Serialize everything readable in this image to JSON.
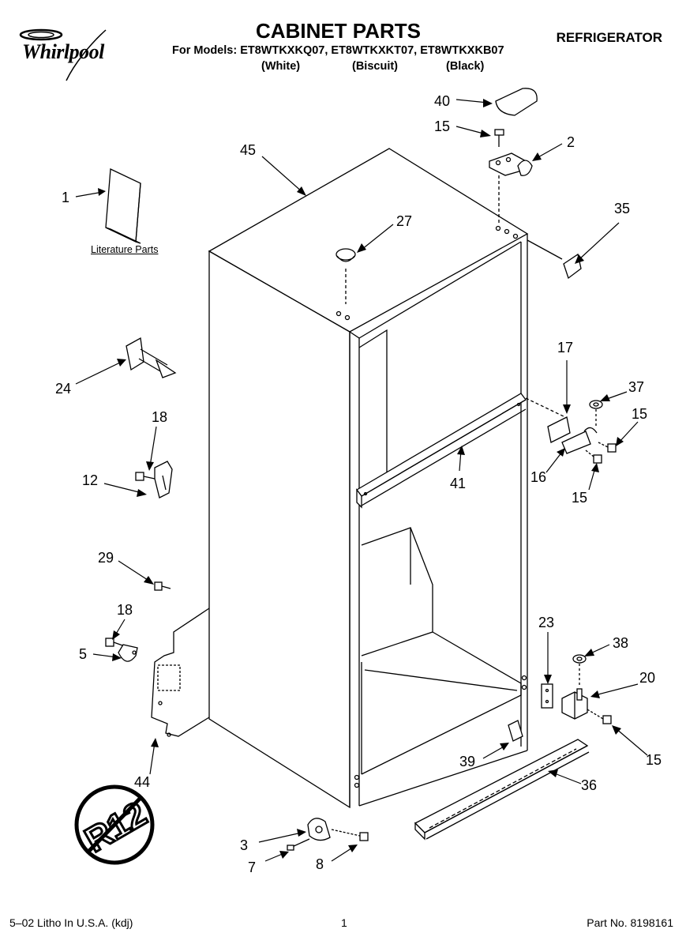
{
  "header": {
    "brand": "Whirlpool",
    "title": "CABINET PARTS",
    "models": "For Models: ET8WTKXKQ07, ET8WTKXKT07, ET8WTKXKB07",
    "colors": [
      "(White)",
      "(Biscuit)",
      "(Black)"
    ],
    "product": "REFRIGERATOR"
  },
  "diagram": {
    "literature_label": "Literature Parts",
    "callouts": {
      "c1": "1",
      "c2": "2",
      "c3": "3",
      "c5": "5",
      "c7": "7",
      "c8": "8",
      "c12": "12",
      "c15a": "15",
      "c15b": "15",
      "c15c": "15",
      "c15d": "15",
      "c16": "16",
      "c17": "17",
      "c18a": "18",
      "c18b": "18",
      "c20": "20",
      "c23": "23",
      "c24": "24",
      "c27": "27",
      "c29": "29",
      "c35": "35",
      "c36": "36",
      "c37": "37",
      "c38": "38",
      "c39": "39",
      "c40": "40",
      "c41": "41",
      "c44": "44",
      "c45": "45"
    }
  },
  "footer": {
    "left": "5–02 Litho In U.S.A. (kdj)",
    "page": "1",
    "right": "Part No. 8198161"
  }
}
